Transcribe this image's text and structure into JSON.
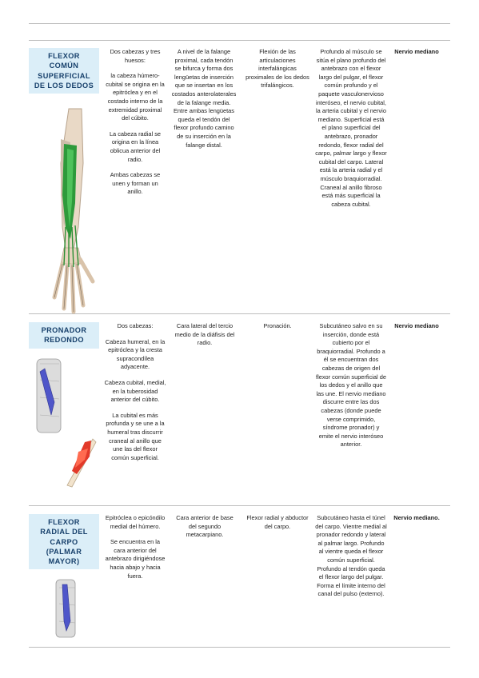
{
  "rows": [
    {
      "name": "FLEXOR COMÚN SUPERFICIAL DE LOS DEDOS",
      "name_lines": [
        "FLEXOR",
        "COMÚN",
        "SUPERFICIAL",
        "DE LOS DEDOS"
      ],
      "origin": [
        "Dos cabezas y tres huesos:",
        "la cabeza húmero-cubital se origina en la epitróclea y en el costado interno de la extremidad proximal del cúbito.",
        "La cabeza radial se origina en la línea oblicua anterior del radio.",
        "Ambas cabezas se unen y forman un anillo."
      ],
      "insertion": [
        "A nivel de la falange proximal, cada tendón se bifurca y forma dos lengüetas de inserción que se insertan en los costados anterolaterales de la falange media. Entre ambas lengüetas queda el tendón del flexor profundo camino de su inserción en la falange distal."
      ],
      "action": [
        "Flexión de las articulaciones interfalángicas proximales de los dedos trifalángicos."
      ],
      "relations": [
        "Profundo al músculo se sitúa el plano profundo del antebrazo con el flexor largo del pulgar, el flexor común profundo y el paquete vasculonervioso interóseo, el nervio cubital, la arteria cubital y el nervio mediano. Superficial está el plano superficial del antebrazo, pronador redondo, flexor radial del carpo, palmar largo y flexor cubital del carpo. Lateral está la arteria radial y el músculo braquiorradial. Craneal al anillo fibroso está más superficial la cabeza cubital."
      ],
      "nerve": [
        "Nervio mediano"
      ]
    },
    {
      "name": "PRONADOR REDONDO",
      "name_lines": [
        "PRONADOR",
        "REDONDO"
      ],
      "origin": [
        "Dos cabezas:",
        "Cabeza humeral, en la epitróclea y la cresta supracondílea adyacente.",
        "Cabeza cubital, medial, en la tuberosidad anterior del cúbito.",
        "La cubital es más profunda y se une a la humeral tras discurrir craneal al anillo que une las del flexor común superficial."
      ],
      "insertion": [
        "Cara lateral del tercio medio de la diáfisis del radio."
      ],
      "action": [
        "Pronación."
      ],
      "relations": [
        "Subcutáneo salvo en su inserción, donde está cubierto por el braquiorradial. Profundo a él se encuentran dos cabezas de origen del flexor común superficial de los dedos y el anillo que las une. El nervio mediano discurre entre las dos cabezas (donde puede verse comprimido, síndrome pronador) y emite el nervio interóseo anterior."
      ],
      "nerve": [
        "Nervio mediano"
      ]
    },
    {
      "name": "FLEXOR RADIAL DEL CARPO (PALMAR MAYOR)",
      "name_lines": [
        "FLEXOR",
        "RADIAL DEL",
        "CARPO",
        "(PALMAR",
        "MAYOR)"
      ],
      "origin": [
        "Epitróclea o epicóndilo medial del húmero.",
        "Se encuentra en la cara anterior del antebrazo dirigiéndose hacia abajo y hacia fuera."
      ],
      "insertion": [
        "Cara anterior de base del segundo metacarpiano."
      ],
      "action": [
        "Flexor radial y abductor del carpo."
      ],
      "relations": [
        "Subcutáneo hasta el túnel del carpo. Vientre medial al pronador redondo y lateral al palmar largo. Profundo al vientre queda el flexor común superficial. Profundo al tendón queda el flexor largo del pulgar. Forma el límite interno del canal del pulso (externo)."
      ],
      "nerve": [
        "Nervio mediano."
      ]
    }
  ],
  "colors": {
    "name_box_bg": "#dbeef8",
    "name_text": "#17406b",
    "rule": "#bdbdbd"
  }
}
